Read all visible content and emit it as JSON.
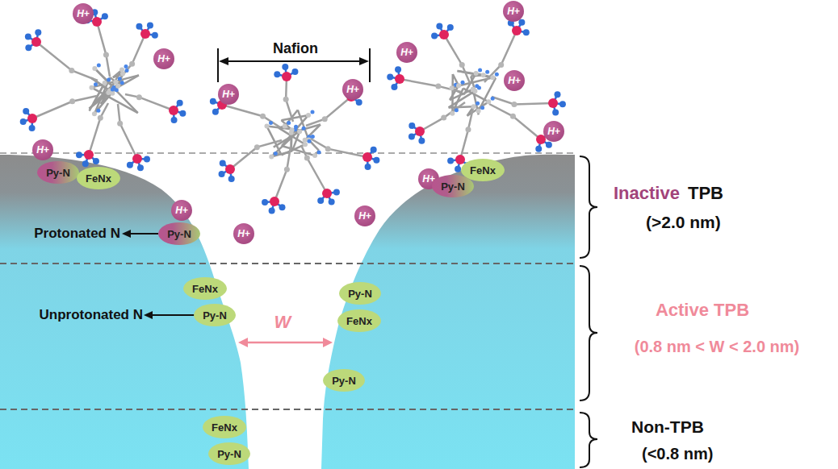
{
  "diagram": {
    "nodes": [
      {
        "text": [
          "H+"
        ]
      },
      {
        "text": [
          "H+"
        ]
      },
      {
        "text": [
          "H+"
        ]
      },
      {
        "text": [
          "H+"
        ]
      },
      {
        "text": [
          "H+"
        ]
      },
      {
        "text": [
          "H+"
        ]
      },
      {
        "text": [
          "H+"
        ]
      },
      {
        "text": [
          "H+"
        ]
      },
      {
        "text": [
          "H+"
        ]
      },
      {
        "text": [
          "Py-N"
        ]
      },
      {
        "text": [
          "FeNx"
        ]
      },
      {
        "text": [
          "FeNx"
        ]
      },
      {
        "text": [
          "H+"
        ]
      },
      {
        "text": [
          "Py-N"
        ]
      },
      {
        "text": [
          "H+"
        ]
      },
      {
        "text": [
          "H+"
        ]
      },
      {
        "text": [
          "H+"
        ]
      },
      {
        "text": [
          "Py-N"
        ]
      },
      {
        "text": [
          "FeNx"
        ]
      },
      {
        "text": [
          "Py-N"
        ]
      },
      {
        "text": [
          "Py-N"
        ]
      },
      {
        "text": [
          "FeNx"
        ]
      },
      {
        "text": [
          "Py-N"
        ]
      },
      {
        "text": [
          "FeNx"
        ]
      },
      {
        "text": [
          "Py-N"
        ]
      }
    ],
    "labels": [
      "Nafion",
      "Protonated N",
      "Unprotonated N",
      "W",
      "Inactive",
      "TPB",
      "(>2.0 nm)",
      "Active TPB",
      "(0.8 nm < W < 2.0 nm)",
      "Non-TPB",
      "(<0.8 nm)"
    ]
  }
}
